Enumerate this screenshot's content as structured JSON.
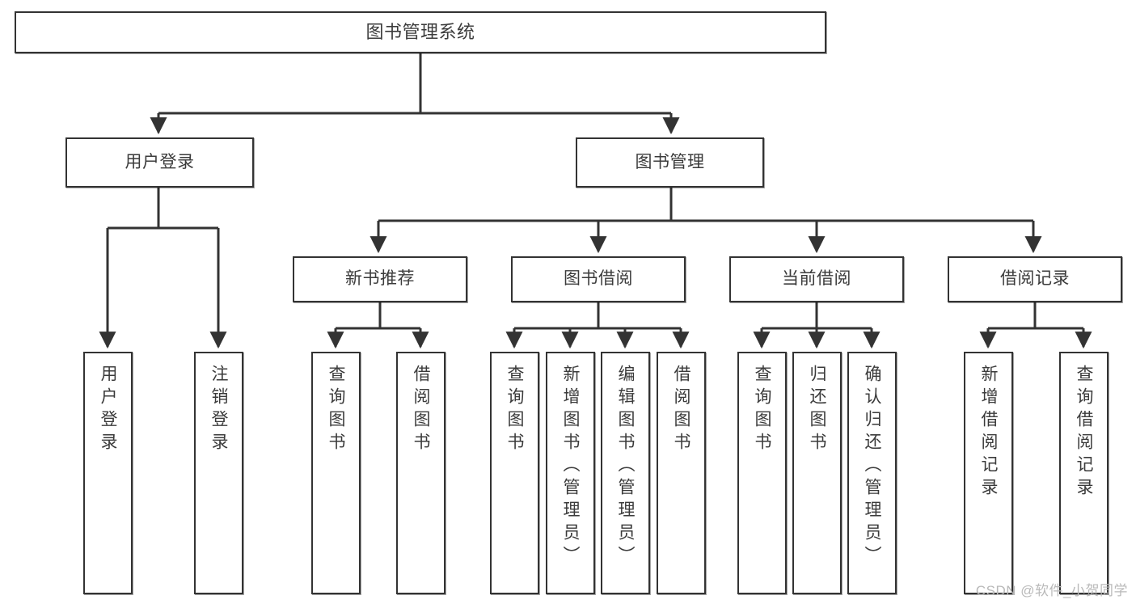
{
  "diagram": {
    "title": "图书管理系统",
    "type": "tree-hierarchy-diagram",
    "watermark": "CSDN @软件_小贺同学",
    "colors": {
      "box_border": "#333333",
      "box_fill": "#ffffff",
      "text": "#3b3b3b",
      "edge": "#333333",
      "watermark": "#b9b9b9",
      "background": "#ffffff"
    },
    "nodes": {
      "root": {
        "label": "图书管理系统"
      },
      "level2": [
        {
          "id": "user-login",
          "label": "用户登录"
        },
        {
          "id": "book-management",
          "label": "图书管理"
        }
      ],
      "level3": [
        {
          "id": "new-book-recommend",
          "label": "新书推荐"
        },
        {
          "id": "book-borrow",
          "label": "图书借阅"
        },
        {
          "id": "current-borrow",
          "label": "当前借阅"
        },
        {
          "id": "borrow-record",
          "label": "借阅记录"
        }
      ],
      "leaves": [
        {
          "id": "leaf-user-login",
          "label": "用户登录",
          "parent": "user-login"
        },
        {
          "id": "leaf-logout-login",
          "label": "注销登录",
          "parent": "user-login"
        },
        {
          "id": "leaf-query-book-1",
          "label": "查询图书",
          "parent": "new-book-recommend"
        },
        {
          "id": "leaf-borrow-book-1",
          "label": "借阅图书",
          "parent": "new-book-recommend"
        },
        {
          "id": "leaf-query-book-2",
          "label": "查询图书",
          "parent": "book-borrow"
        },
        {
          "id": "leaf-add-book",
          "label": "新增图书（管理员）",
          "parent": "book-borrow"
        },
        {
          "id": "leaf-edit-book",
          "label": "编辑图书（管理员）",
          "parent": "book-borrow"
        },
        {
          "id": "leaf-borrow-book-2",
          "label": "借阅图书",
          "parent": "book-borrow"
        },
        {
          "id": "leaf-query-book-3",
          "label": "查询图书",
          "parent": "current-borrow"
        },
        {
          "id": "leaf-return-book",
          "label": "归还图书",
          "parent": "current-borrow"
        },
        {
          "id": "leaf-confirm-return",
          "label": "确认归还（管理员）",
          "parent": "current-borrow"
        },
        {
          "id": "leaf-add-record",
          "label": "新增借阅记录",
          "parent": "borrow-record"
        },
        {
          "id": "leaf-query-record",
          "label": "查询借阅记录",
          "parent": "borrow-record"
        }
      ]
    }
  }
}
